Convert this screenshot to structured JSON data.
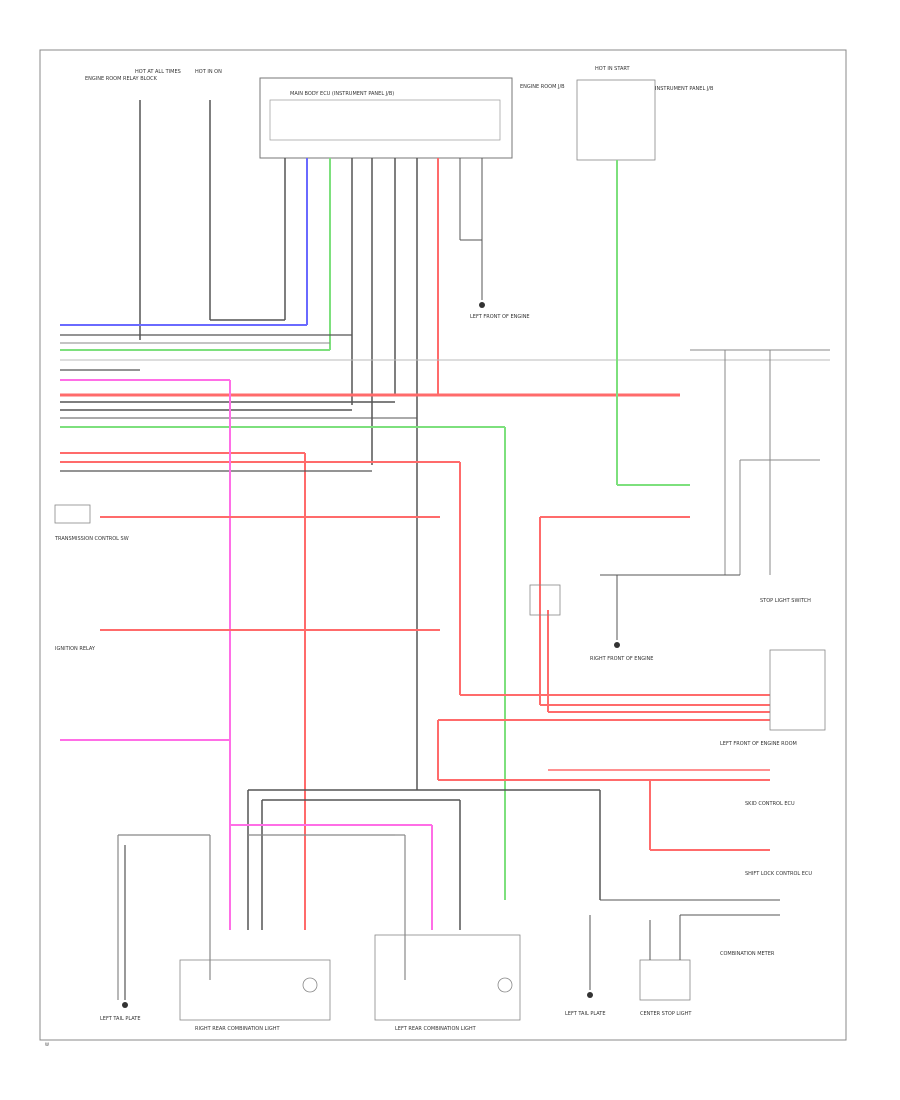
{
  "labels": {
    "engine_room_relay": "ENGINE ROOM RELAY BLOCK",
    "hot_at_all_times": "HOT AT ALL TIMES",
    "hot_in_on": "HOT IN ON",
    "engine_room_block": "ENGINE ROOM J/B",
    "hot_in_start": "HOT IN START",
    "instrument_panel": "INSTRUMENT PANEL J/B",
    "fuse_block_title": "MAIN BODY ECU (INSTRUMENT PANEL J/B)",
    "ground_left_front": "LEFT FRONT OF ENGINE",
    "transmission_control": "TRANSMISSION CONTROL SW",
    "ignition_relay": "IGNITION RELAY",
    "left_front_engine": "LEFT FRONT OF ENGINE ROOM",
    "skid_control": "SKID CONTROL ECU",
    "shift_lock": "SHIFT LOCK CONTROL ECU",
    "combination_meter": "COMBINATION METER",
    "stop_light_switch": "STOP LIGHT SWITCH",
    "ground_right_front": "RIGHT FRONT OF ENGINE",
    "ground_left_rear": "LEFT TAIL PLATE",
    "ground_left_rear_2": "LEFT TAIL PLATE",
    "rear_comb_right": "RIGHT REAR COMBINATION LIGHT",
    "rear_comb_left": "LEFT REAR COMBINATION LIGHT",
    "center_stop_lamp": "CENTER STOP LIGHT",
    "diagram_code": "W"
  },
  "colors": {
    "wire_red": "#ff6b6b",
    "wire_green": "#7de07d",
    "wire_blue": "#6a6aff",
    "wire_pink": "#ff6ee6",
    "wire_black": "#555555"
  }
}
